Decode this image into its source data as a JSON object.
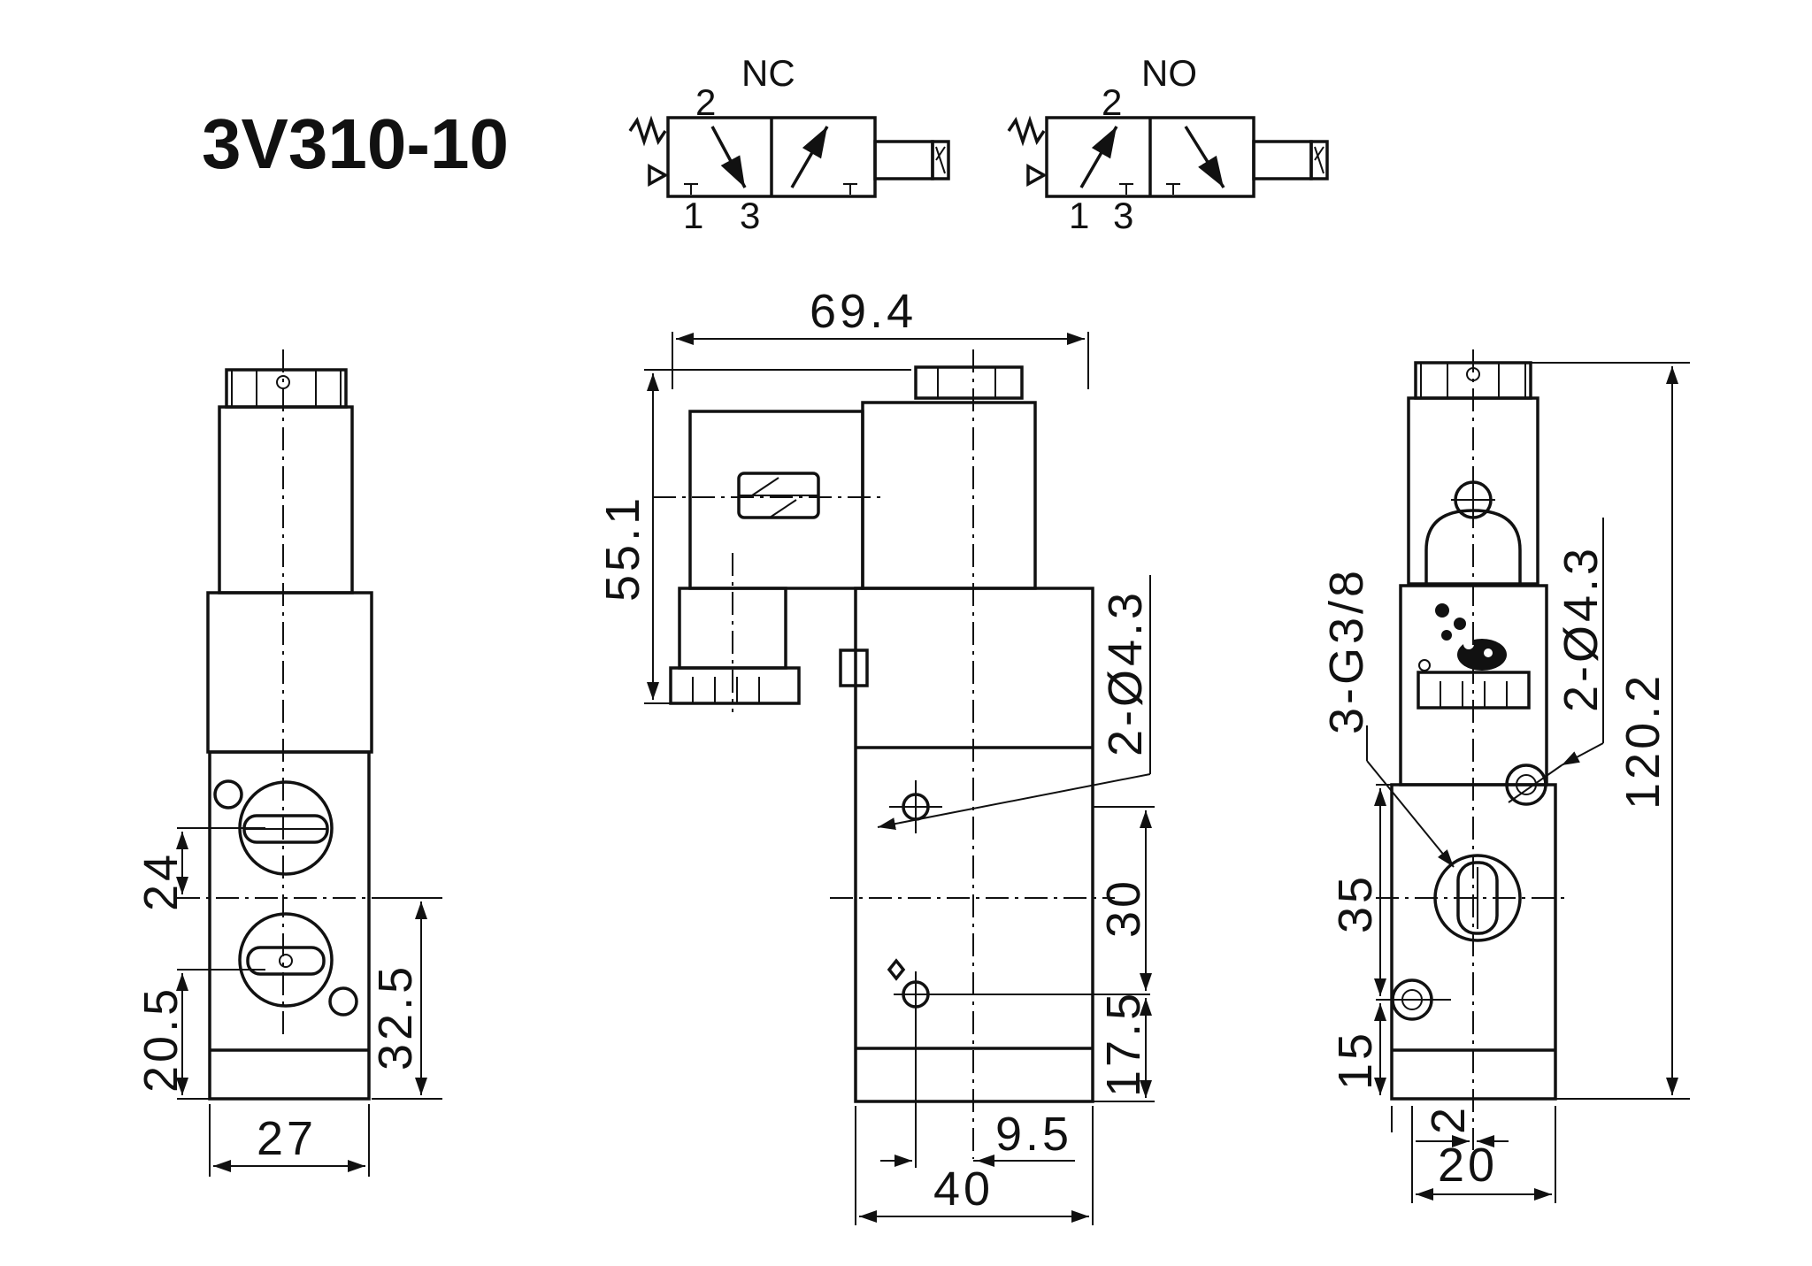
{
  "title": "3V310-10",
  "symbols": {
    "nc": {
      "label": "NC",
      "port_top": "2",
      "port_left": "1",
      "port_right": "3"
    },
    "no": {
      "label": "NO",
      "port_top": "2",
      "port_left": "1",
      "port_right": "3"
    }
  },
  "dimensions": {
    "overall_width": "69.4",
    "coil_height": "55.1",
    "mount_hole_front": "2-Ø4.3",
    "mount_hole_side": "2-Ø4.3",
    "port_thread": "3-G3/8",
    "overall_height": "120.2",
    "left_width": "27",
    "left_spacing_24": "24",
    "left_spacing_20_5": "20.5",
    "left_spacing_32_5": "32.5",
    "front_30": "30",
    "front_17_5": "17.5",
    "front_9_5": "9.5",
    "front_40": "40",
    "side_35": "35",
    "side_15": "15",
    "side_2": "2",
    "side_20": "20"
  }
}
